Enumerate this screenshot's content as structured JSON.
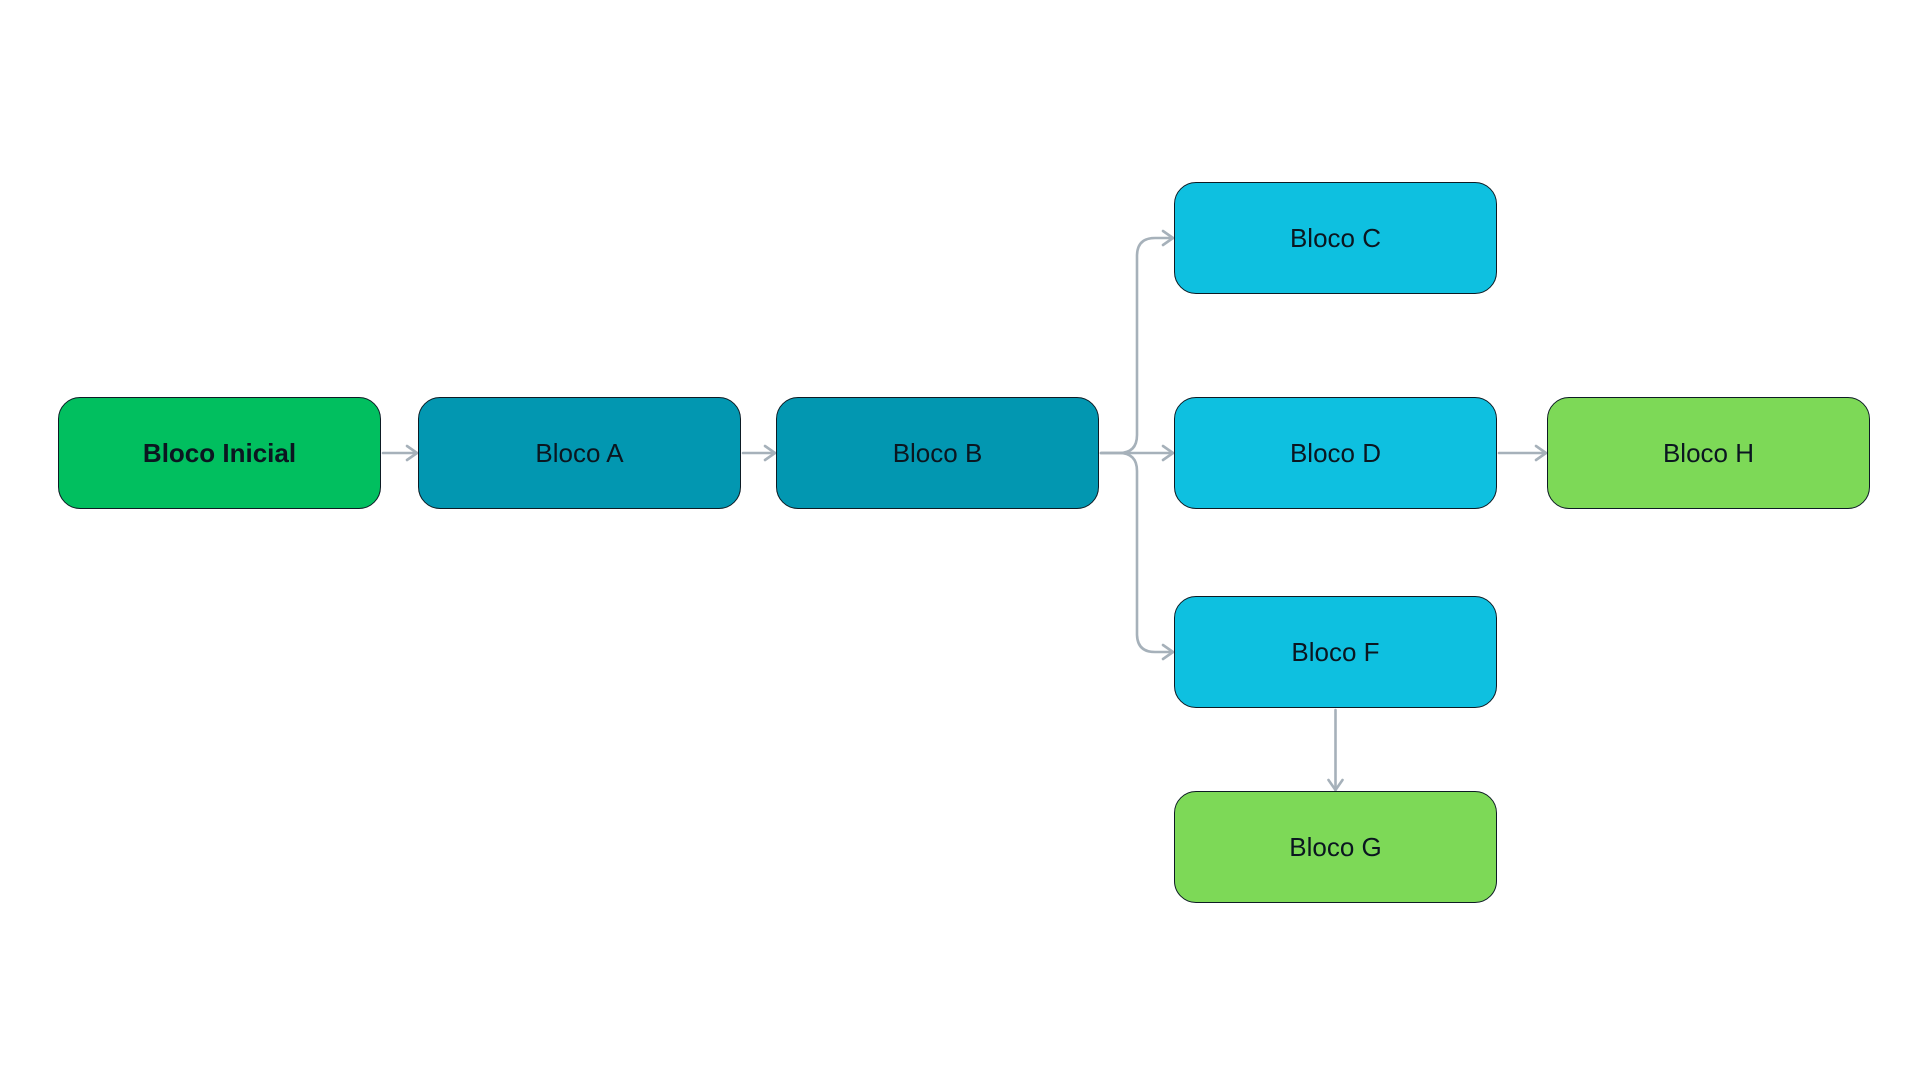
{
  "colors": {
    "start": "#01bf5f",
    "process": "#0297b1",
    "branch": "#0ec0e0",
    "end": "#7dd957",
    "edge": "#a6b1ba",
    "border": "#0d1b24"
  },
  "nodes": {
    "start": {
      "label": "Bloco Inicial",
      "kind": "start"
    },
    "a": {
      "label": "Bloco A",
      "kind": "process"
    },
    "b": {
      "label": "Bloco B",
      "kind": "process"
    },
    "c": {
      "label": "Bloco C",
      "kind": "branch"
    },
    "d": {
      "label": "Bloco D",
      "kind": "branch"
    },
    "f": {
      "label": "Bloco F",
      "kind": "branch"
    },
    "g": {
      "label": "Bloco G",
      "kind": "end"
    },
    "h": {
      "label": "Bloco H",
      "kind": "end"
    }
  },
  "edges": [
    {
      "from": "start",
      "to": "a"
    },
    {
      "from": "a",
      "to": "b"
    },
    {
      "from": "b",
      "to": "c"
    },
    {
      "from": "b",
      "to": "d"
    },
    {
      "from": "b",
      "to": "f"
    },
    {
      "from": "d",
      "to": "h"
    },
    {
      "from": "f",
      "to": "g"
    }
  ]
}
